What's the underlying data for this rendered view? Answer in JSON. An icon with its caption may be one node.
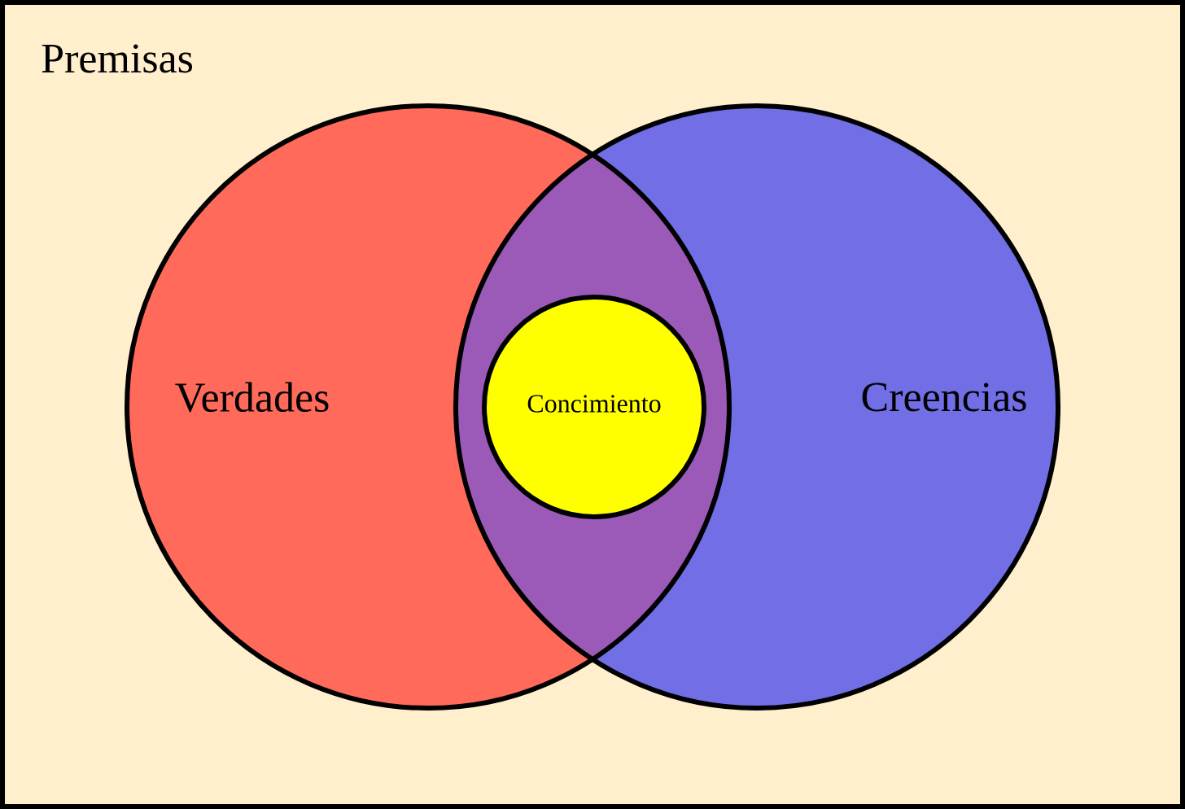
{
  "diagram": {
    "nodes": [
      {
        "text": [
          "Premisas"
        ]
      },
      {
        "text": [
          "Verdades"
        ],
        "in": 0
      },
      {
        "text": [
          "Creencias"
        ],
        "in": 0
      },
      {
        "text": [
          "Concimiento"
        ]
      }
    ]
  }
}
